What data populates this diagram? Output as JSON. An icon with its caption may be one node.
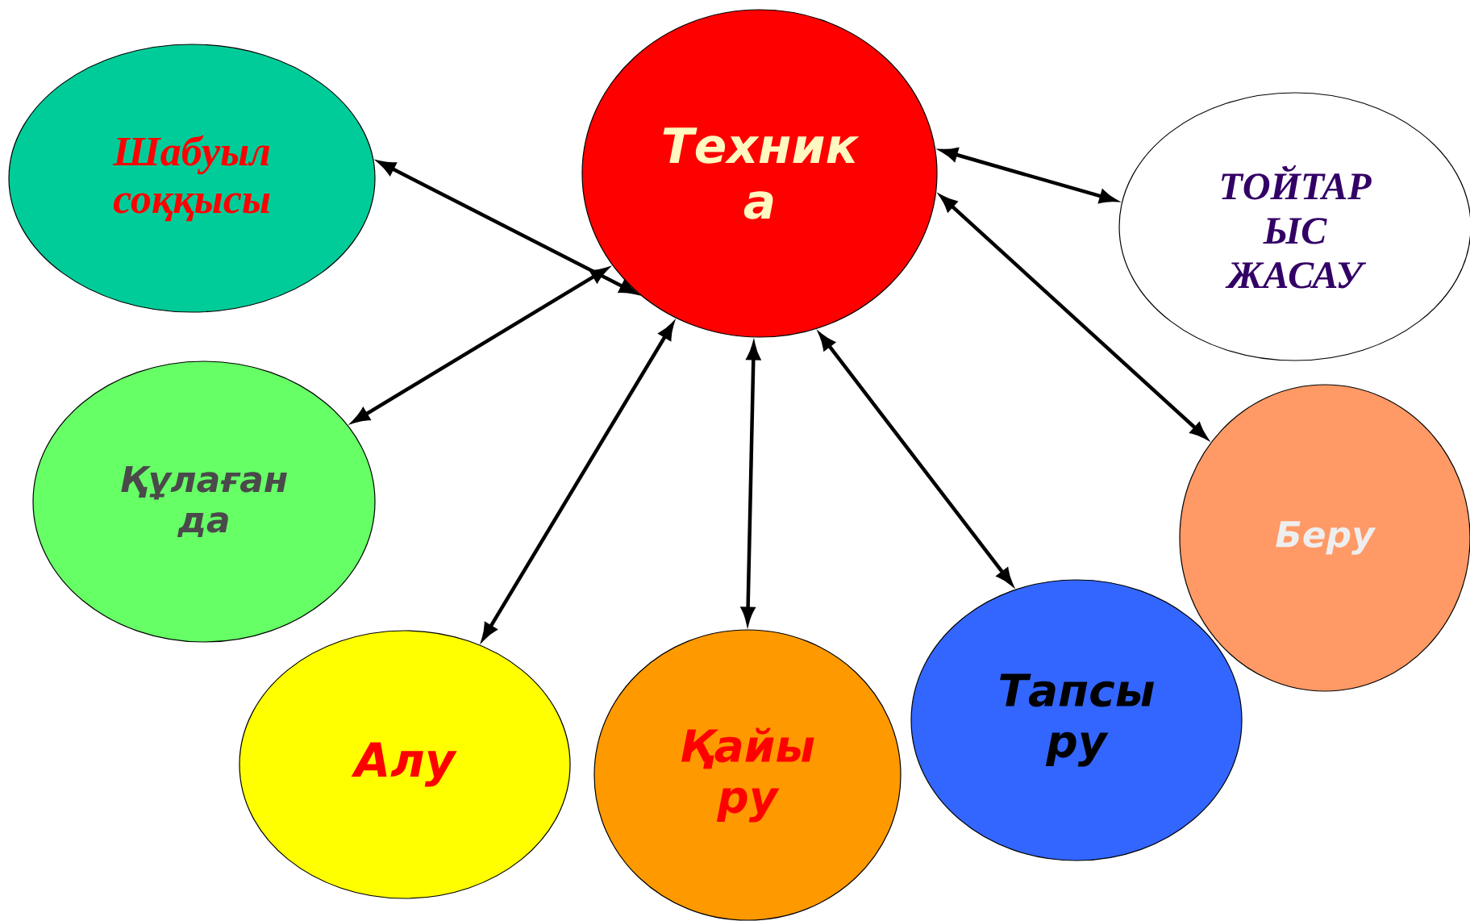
{
  "diagram": {
    "nodes": [
      {
        "text": [
          "Техник а"
        ]
      },
      {
        "text": [
          "Шабуыл соққысы"
        ]
      },
      {
        "text": [
          "ТОЙТАР ЫС ЖАСАУ"
        ]
      },
      {
        "text": [
          "Құлаған да"
        ]
      },
      {
        "text": [
          "Беру"
        ]
      },
      {
        "text": [
          "Алу"
        ]
      },
      {
        "text": [
          "Қайы ру"
        ]
      },
      {
        "text": [
          "Тапсы ру"
        ]
      }
    ],
    "edges": [
      {
        "from": 0,
        "to": 1,
        "arrow": "both"
      },
      {
        "from": 0,
        "to": 2,
        "arrow": "both"
      },
      {
        "from": 0,
        "to": 3,
        "arrow": "both"
      },
      {
        "from": 0,
        "to": 4,
        "arrow": "both"
      },
      {
        "from": 0,
        "to": 5,
        "arrow": "both"
      },
      {
        "from": 0,
        "to": 6,
        "arrow": "both"
      },
      {
        "from": 0,
        "to": 7,
        "arrow": "both"
      }
    ]
  }
}
